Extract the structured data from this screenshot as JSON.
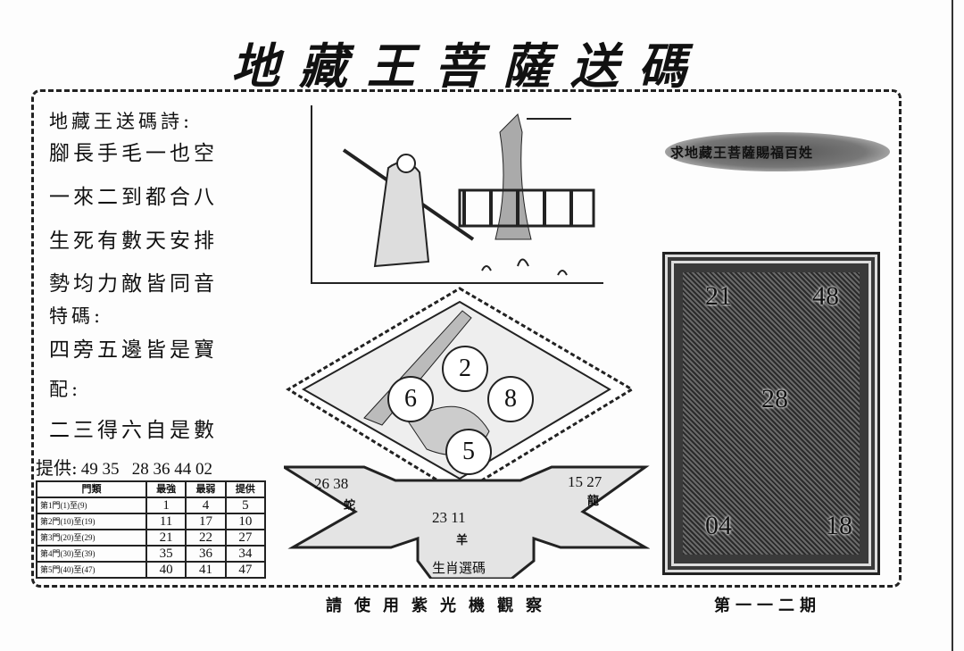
{
  "title": "地藏王菩薩送碼",
  "poem": {
    "heading": "地藏王送碼詩:",
    "lines": [
      "腳長手毛一也空",
      "一來二到都合八",
      "生死有數天安排",
      "勢均力敵皆同音"
    ]
  },
  "special": {
    "label": "特碼:",
    "text": "四旁五邊皆是寶"
  },
  "pair": {
    "label": "配:",
    "text": "二三得六自是數"
  },
  "provide": {
    "label": "提供:",
    "numbers": "49 35   28 36 44 02"
  },
  "table": {
    "headers": [
      "門類",
      "最強",
      "最弱",
      "提供"
    ],
    "rows": [
      [
        "第1門(1)至(9)",
        "1",
        "4",
        "5"
      ],
      [
        "第2門(10)至(19)",
        "11",
        "17",
        "10"
      ],
      [
        "第3門(20)至(29)",
        "21",
        "22",
        "27"
      ],
      [
        "第4門(30)至(39)",
        "35",
        "36",
        "34"
      ],
      [
        "第5門(40)至(47)",
        "40",
        "41",
        "47"
      ]
    ]
  },
  "diamond": {
    "numbers": [
      "2",
      "6",
      "8",
      "5"
    ]
  },
  "banner": {
    "left_numbers": "26 38",
    "left_zodiac": "蛇",
    "right_numbers": "15 27",
    "right_zodiac": "龍",
    "center_numbers": "23 11",
    "center_zodiac": "羊",
    "caption": "生肖選碼"
  },
  "stamp": "求地藏王菩薩賜福百姓",
  "panel": {
    "numbers": [
      "21",
      "48",
      "28",
      "04",
      "18"
    ]
  },
  "footer": "請使用紫光機觀察",
  "issue": "第一一二期"
}
